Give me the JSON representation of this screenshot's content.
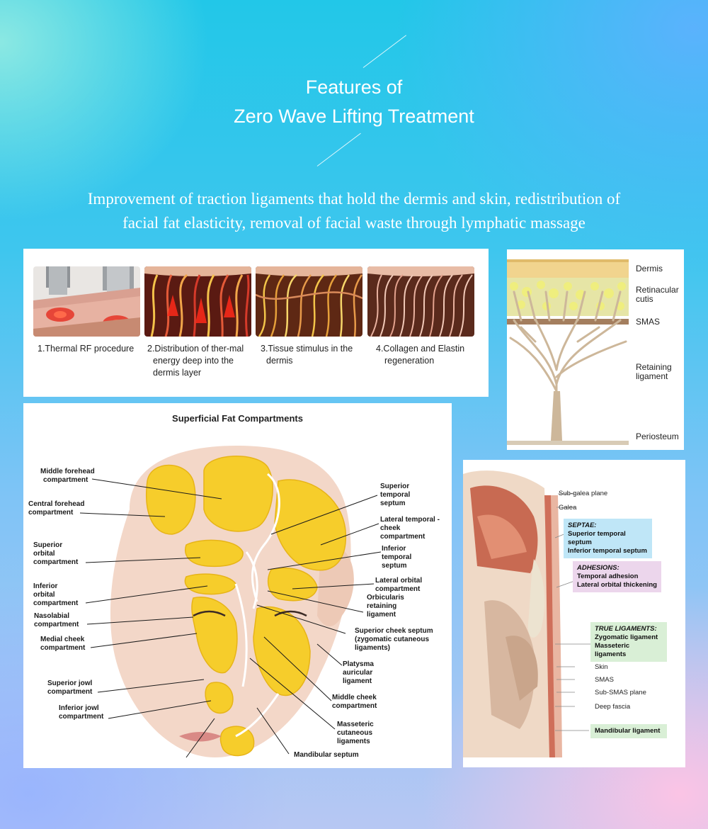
{
  "header": {
    "title_line1": "Features of",
    "title_line2": "Zero Wave Lifting Treatment",
    "subtitle_line1": "Improvement of traction ligaments that hold the dermis and skin, redistribution of",
    "subtitle_line2": "facial fat elasticity, removal of facial waste through lymphatic massage"
  },
  "rf_steps": {
    "step1_line1": "1.Thermal RF procedure",
    "step2_line1": "2.Distribution of ther-mal",
    "step2_line2": "energy deep into the",
    "step2_line3": "dermis layer",
    "step3_line1": "3.Tissue stimulus in the",
    "step3_line2": "dermis",
    "step4_line1": "4.Collagen and Elastin",
    "step4_line2": "regeneration"
  },
  "ligament_diagram": {
    "dermis": "Dermis",
    "retinacular_1": "Retinacular",
    "retinacular_2": "cutis",
    "smas": "SMAS",
    "retaining_1": "Retaining",
    "retaining_2": "ligament",
    "periosteum": "Periosteum"
  },
  "fat_compartments": {
    "title": "Superficial Fat Compartments",
    "middle_forehead_1": "Middle forehead",
    "middle_forehead_2": "compartment",
    "central_forehead_1": "Central forehead",
    "central_forehead_2": "compartment",
    "superior_orbital_1": "Superior",
    "superior_orbital_2": "orbital",
    "superior_orbital_3": "compartment",
    "inferior_orbital_1": "Inferior",
    "inferior_orbital_2": "orbital",
    "inferior_orbital_3": "compartment",
    "nasolabial_1": "Nasolabial",
    "nasolabial_2": "compartment",
    "medial_cheek_1": "Medial cheek",
    "medial_cheek_2": "compartment",
    "superior_jowl_1": "Superior jowl",
    "superior_jowl_2": "compartment",
    "inferior_jowl_1": "Inferior jowl",
    "inferior_jowl_2": "compartment",
    "superior_temporal_1": "Superior",
    "superior_temporal_2": "temporal",
    "superior_temporal_3": "septum",
    "lateral_temporal_1": "Lateral temporal -",
    "lateral_temporal_2": "cheek",
    "lateral_temporal_3": "compartment",
    "inferior_temporal_1": "Inferior",
    "inferior_temporal_2": "temporal",
    "inferior_temporal_3": "septum",
    "lateral_orbital_1": "Lateral orbital",
    "lateral_orbital_2": "compartment",
    "orbicularis_1": "Orbicularis",
    "orbicularis_2": "retaining",
    "orbicularis_3": "ligament",
    "superior_cheek_1": "Superior cheek septum",
    "superior_cheek_2": "(zygomatic cutaneous",
    "superior_cheek_3": "ligaments)",
    "platysma_1": "Platysma",
    "platysma_2": "auricular",
    "platysma_3": "ligament",
    "middle_cheek_1": "Middle cheek",
    "middle_cheek_2": "compartment",
    "masseteric_1": "Masseteric",
    "masseteric_2": "cutaneous",
    "masseteric_3": "ligaments",
    "mandibular_septum": "Mandibular septum"
  },
  "septa_diagram": {
    "sub_galea": "Sub-galea plane",
    "galea": "Galea",
    "septae_head": "SEPTAE:",
    "septae_1": "Superior temporal septum",
    "septae_2": "Inferior temporal septum",
    "adhesions_head": "ADHESIONS:",
    "adhesions_1": "Temporal adhesion",
    "adhesions_2": "Lateral orbital thickening",
    "true_head": "TRUE LIGAMENTS:",
    "true_1": "Zygomatic ligament",
    "true_2": "Masseteric ligaments",
    "skin": "Skin",
    "smas": "SMAS",
    "sub_smas": "Sub-SMAS plane",
    "deep_fascia": "Deep fascia",
    "mandibular": "Mandibular ligament"
  },
  "colors": {
    "septae_box": "#bfe6f7",
    "adhesions_box": "#ecd6ec",
    "true_box": "#d9efd6",
    "fat_yellow": "#f6cd2b"
  }
}
